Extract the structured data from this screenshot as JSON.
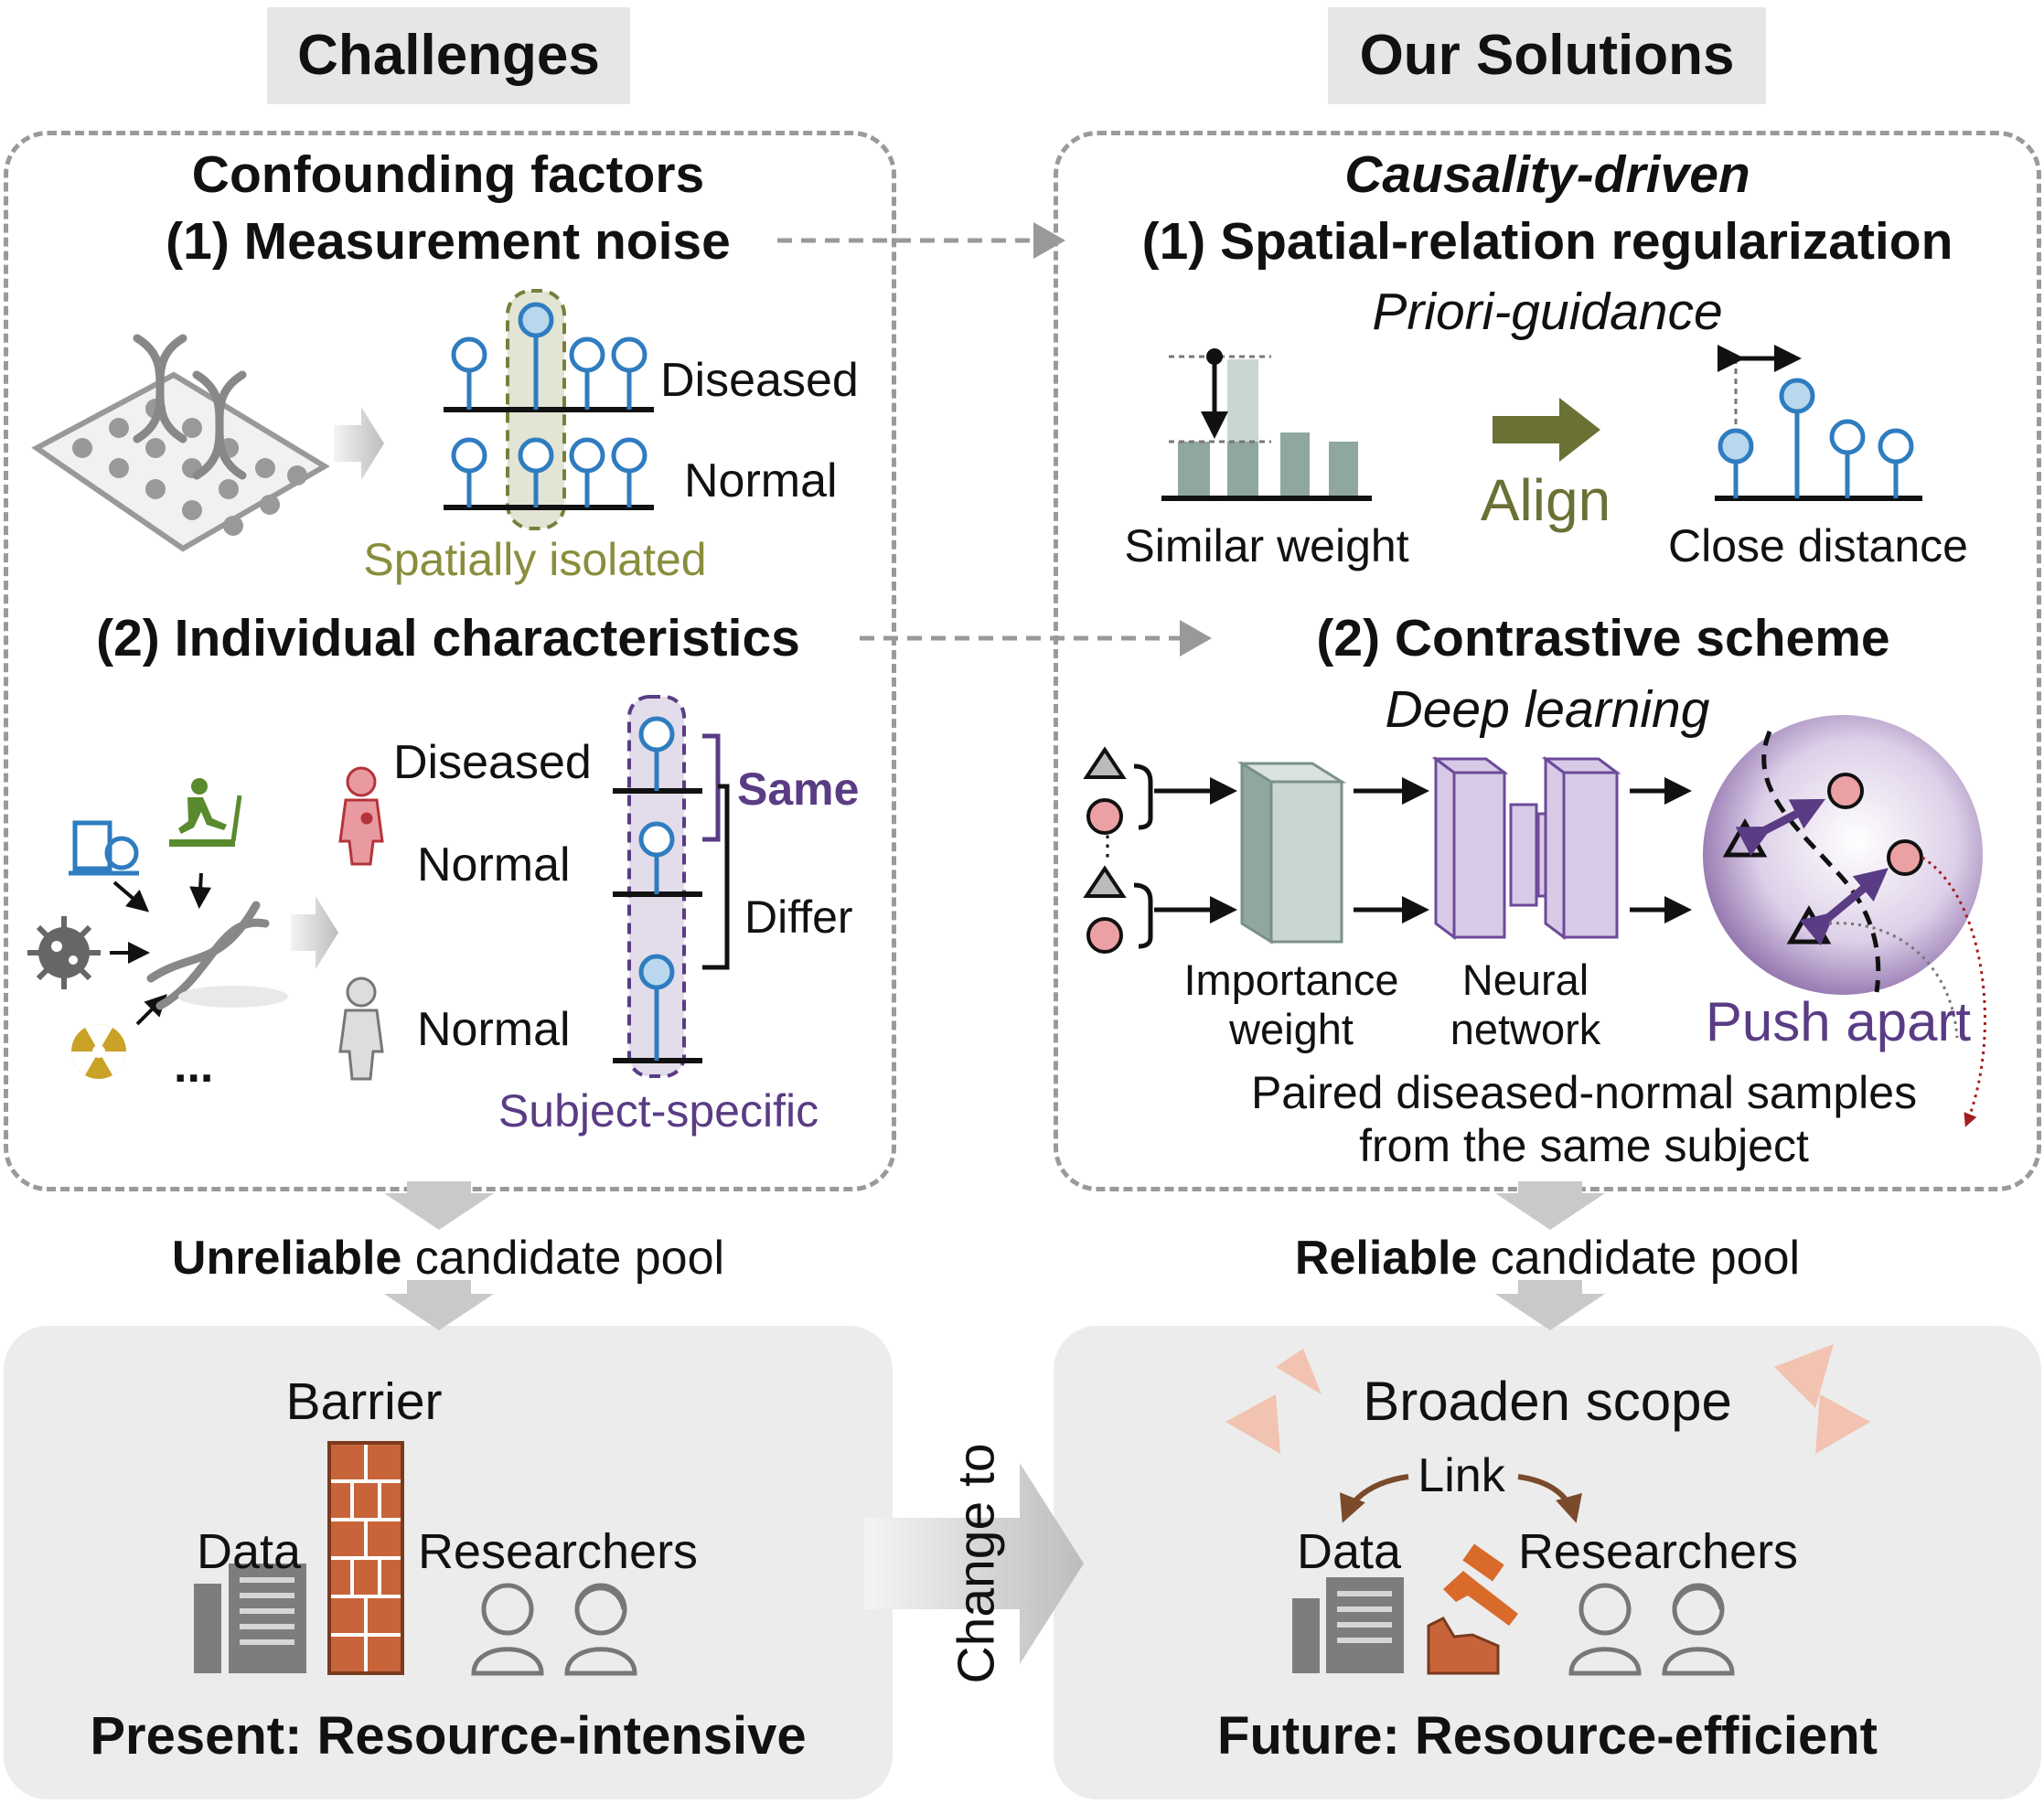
{
  "challenges": {
    "header": "Challenges",
    "title": "Confounding factors",
    "item1": "(1) Measurement noise",
    "diseased": "Diseased",
    "normal": "Normal",
    "spatially_isolated": "Spatially isolated",
    "item2": "(2) Individual characteristics",
    "diseased2": "Diseased",
    "normal2": "Normal",
    "normal3": "Normal",
    "same": "Same",
    "differ": "Differ",
    "subject_specific": "Subject-specific",
    "ellipsis": "...",
    "pool_bold": "Unreliable",
    "pool_rest": " candidate pool"
  },
  "solutions": {
    "header": "Our Solutions",
    "title": "Causality-driven",
    "item1": "(1) Spatial-relation regularization",
    "priori": "Priori-guidance",
    "similar_weight": "Similar weight",
    "align": "Align",
    "close_distance": "Close distance",
    "item2": "(2) Contrastive scheme",
    "deep_learning": "Deep learning",
    "importance_weight_1": "Importance",
    "importance_weight_2": "weight",
    "neural_network_1": "Neural",
    "neural_network_2": "network",
    "push_apart": "Push apart",
    "paired_1": "Paired diseased-normal samples",
    "paired_2": "from the same subject",
    "pool_bold": "Reliable",
    "pool_rest": " candidate pool"
  },
  "present": {
    "barrier": "Barrier",
    "data": "Data",
    "researchers": "Researchers",
    "label": "Present: Resource-intensive"
  },
  "change_to": "Change to",
  "future": {
    "broaden": "Broaden scope",
    "link": "Link",
    "data": "Data",
    "researchers": "Researchers",
    "label": "Future: Resource-efficient"
  },
  "colors": {
    "blue": "#2f7cc0",
    "olive": "#6b7035",
    "purple": "#5a3c85",
    "brick": "#c8643a",
    "teal_gray": "#9bb3aa"
  }
}
